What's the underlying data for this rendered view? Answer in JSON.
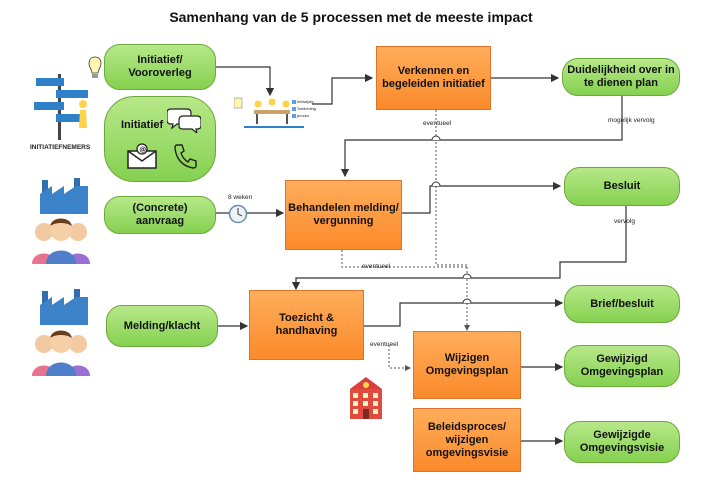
{
  "title": "Samenhang van de 5 processen met de meeste impact",
  "nodes": {
    "initiatief_vooroverleg": "Initiatief/\nVooroverleg",
    "initiatief": "Initiatief",
    "concrete_aanvraag": "(Concrete)\naanvraag",
    "melding_klacht": "Melding/klacht",
    "verkennen": "Verkennen en\nbegeleiden initiatief",
    "behandelen": "Behandelen melding/\nvergunning",
    "toezicht": "Toezicht & handhaving",
    "wijzigen_omgevingsplan": "Wijzigen\nOmgevingsplan",
    "beleidsproces": "Beleidsproces/\nwijzigen\nomgevingsvisie",
    "duidelijkheid": "Duidelijkheid over in\nte dienen plan",
    "besluit": "Besluit",
    "brief_besluit": "Brief/besluit",
    "gewijzigd_omgevingsplan": "Gewijzigd\nOmgevingsplan",
    "gewijzigde_omgevingsvisie": "Gewijzigde\nOmgevingsvisie"
  },
  "labels": {
    "eventueel_1": "eventueel",
    "mogelijk_vervolg": "mogelijk vervolg",
    "acht_weken": "8 weken",
    "eventueel_2": "eventueel",
    "vervolg": "vervolg",
    "eventueel_3": "eventueel"
  },
  "icon_texts": {
    "initiatiefnemers": "INITIATIEFNEMERS",
    "legend_1": "Infowijzig",
    "legend_2": "Toelichting",
    "legend_3": "proces"
  },
  "colors": {
    "green": "#85d150",
    "orange": "#fb8a2a",
    "line": "#333333",
    "dotted": "#666666"
  }
}
